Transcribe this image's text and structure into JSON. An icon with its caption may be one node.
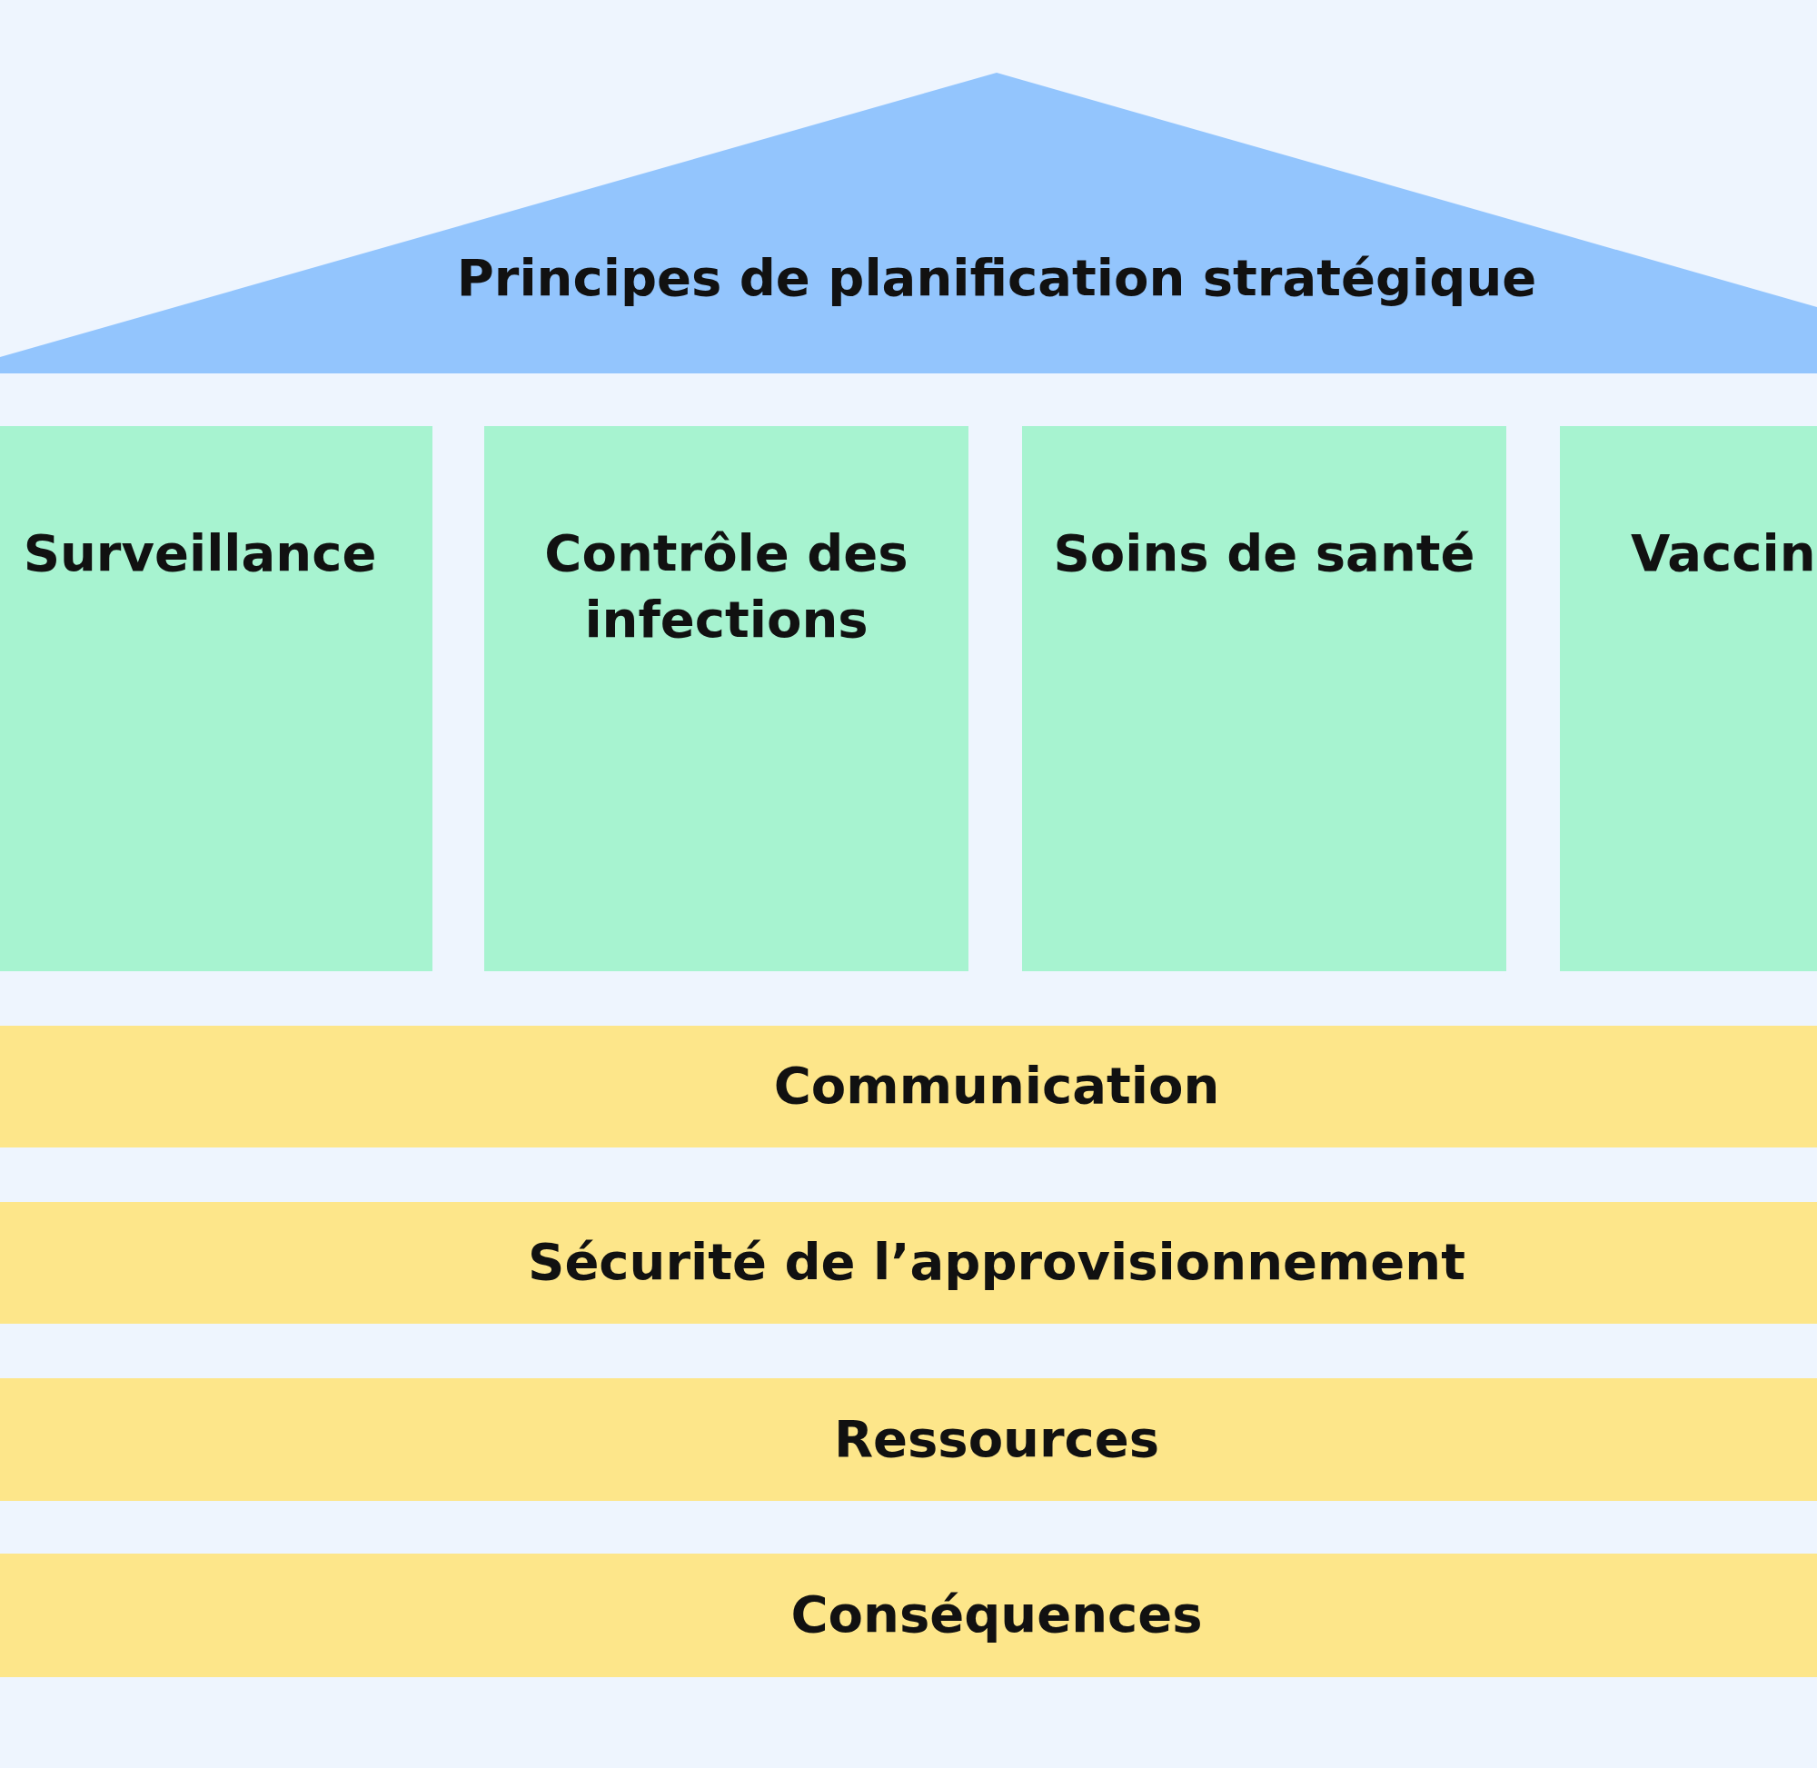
{
  "diagram": {
    "nodes": [
      {
        "text": [
          "Principes de planification stratégique"
        ]
      },
      {
        "text": [
          "Surveillance"
        ]
      },
      {
        "text": [
          "Contrôle des infections"
        ]
      },
      {
        "text": [
          "Soins de santé"
        ]
      },
      {
        "text": [
          "Vaccin"
        ]
      },
      {
        "text": [
          "Communication"
        ]
      },
      {
        "text": [
          "Sécurité de l’approvisionnement"
        ]
      },
      {
        "text": [
          "Ressources"
        ]
      },
      {
        "text": [
          "Conséquences"
        ]
      }
    ]
  }
}
